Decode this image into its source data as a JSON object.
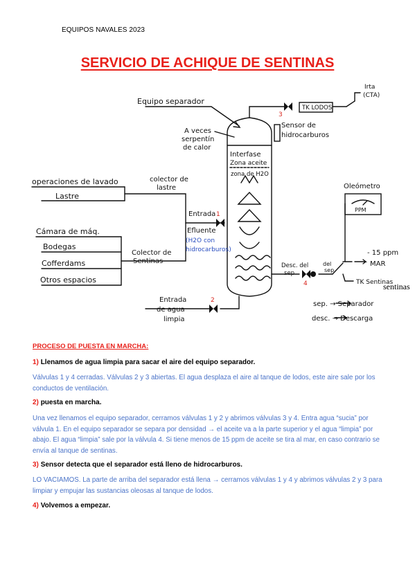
{
  "header": {
    "course": "EQUIPOS NAVALES 2023"
  },
  "title": "SERVICIO DE ACHIQUE DE SENTINAS",
  "diagram": {
    "equipo_separador": "Equipo separador",
    "serpentin": [
      "A veces",
      "serpentín",
      "de calor"
    ],
    "interfase": "Interfase",
    "zona_aceite": "Zona aceite",
    "zona_agua": "zona de H2O",
    "sensor": [
      "Sensor de",
      "hidrocarburos"
    ],
    "tk_lodos": "TK LODOS",
    "cta": [
      "Irta",
      "(CTA)"
    ],
    "op_lavado": "operaciones de lavado",
    "lastre": "Lastre",
    "colector_lastre": [
      "colector de",
      "lastre"
    ],
    "camara": "Cámara de máq.",
    "bodegas": "Bodegas",
    "coffer": "Cofferdams",
    "otros": "Otros espacios",
    "colector_sentinas": [
      "Colector de",
      "Sentinas"
    ],
    "entrada": "Entrada",
    "efluente": "Efluente",
    "h2o_con": [
      "(H2O con",
      "hidrocarburos)"
    ],
    "entrada_agua": [
      "Entrada",
      "de agua",
      "limpia"
    ],
    "oleometro": "Oleómetro",
    "ppm": "PPM",
    "desc_sep": [
      "Desc. del",
      "sep"
    ],
    "desc_sep2": [
      "del",
      "sep."
    ],
    "menos_15": "- 15 ppm",
    "mar": "MAR",
    "tk_sentinas": "TK Sentinas",
    "sentinas_overlay": "sentinas",
    "legend_sep": "sep. → Separador",
    "legend_desc": "desc. → Descarga",
    "v1": "1",
    "v2": "2",
    "v3": "3",
    "v4": "4"
  },
  "process": {
    "title": "PROCESO DE PUESTA EN MARCHA:",
    "steps": [
      {
        "num": "1)",
        "head": "Llenamos de agua limpia para sacar el aire del equipo separador.",
        "body": "Válvulas 1 y 4 cerradas. Válvulas 2 y 3 abiertas. El agua desplaza el aire al tanque de lodos, este aire sale por los conductos de ventilación."
      },
      {
        "num": "2)",
        "head": "puesta en marcha.",
        "body": "Una vez llenamos el equipo separador, cerramos válvulas 1 y 2 y abrimos válvulas 3 y 4. Entra agua “sucia” por válvula 1. En el equipo separador se separa por densidad  →  el aceite va a la parte superior y el agua “limpia” por abajo. El agua “limpia” sale por la válvula 4. Si tiene menos de 15 ppm de aceite se tira al mar, en caso contrario se envía al tanque de sentinas."
      },
      {
        "num": "3)",
        "head": "Sensor detecta que el separador está lleno de hidrocarburos.",
        "body": "LO VACIAMOS. La parte de arriba del separador está llena → cerramos válvulas 1 y 4 y abrimos válvulas 2 y 3 para limpiar y empujar las sustancias oleosas al tanque de lodos."
      },
      {
        "num": "4)",
        "head": "Volvemos a empezar.",
        "body": ""
      }
    ]
  }
}
